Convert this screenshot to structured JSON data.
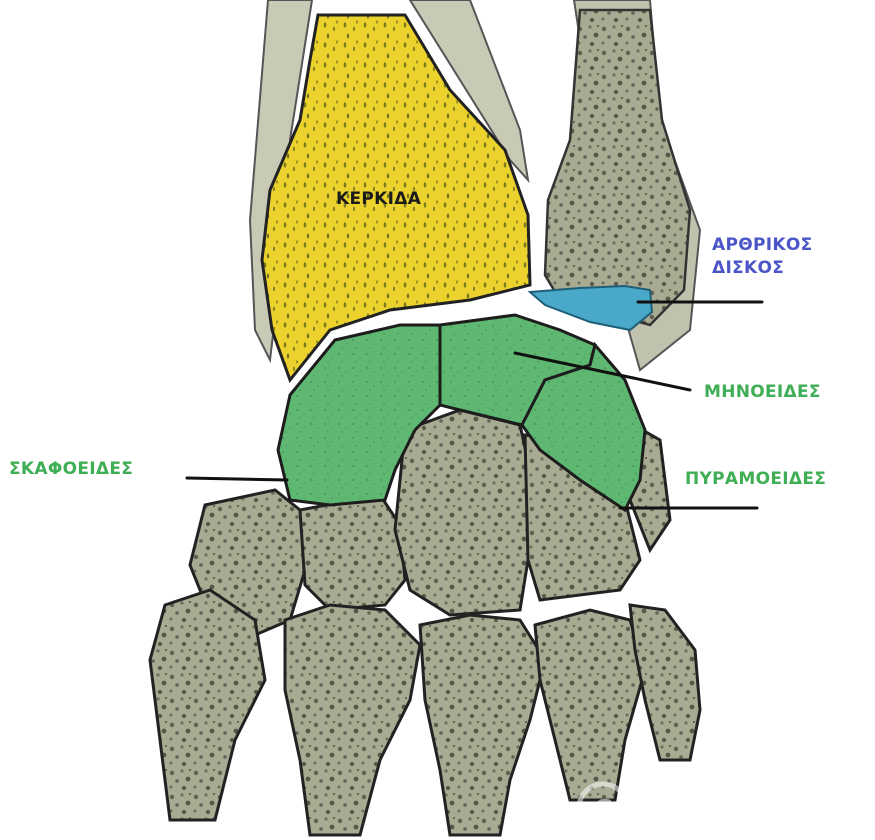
{
  "colors": {
    "radius": "#e9d22a",
    "articular_disc": "#4aa8c8",
    "carpal_highlight": "#5fb872",
    "bone": "#a9ab93",
    "label_radius": "#1a1a1a",
    "label_disc": "#4b55c8",
    "label_green": "#3fae55",
    "leader_line": "#111111"
  },
  "labels": {
    "radius": "ΚΕΡΚΙΔΑ",
    "articular_disc_line1": "ΑΡΘΡΙΚΟΣ",
    "articular_disc_line2": "ΔΙΣΚΟΣ",
    "lunate": "ΜΗΝΟΕΙΔΕΣ",
    "scaphoid": "ΣΚΑΦΟΕΙΔΕΣ",
    "triquetrum": "ΠΥΡΑΜΟΕΙΔΕΣ"
  },
  "watermark": {
    "icon": "copyright-circle-icon"
  }
}
